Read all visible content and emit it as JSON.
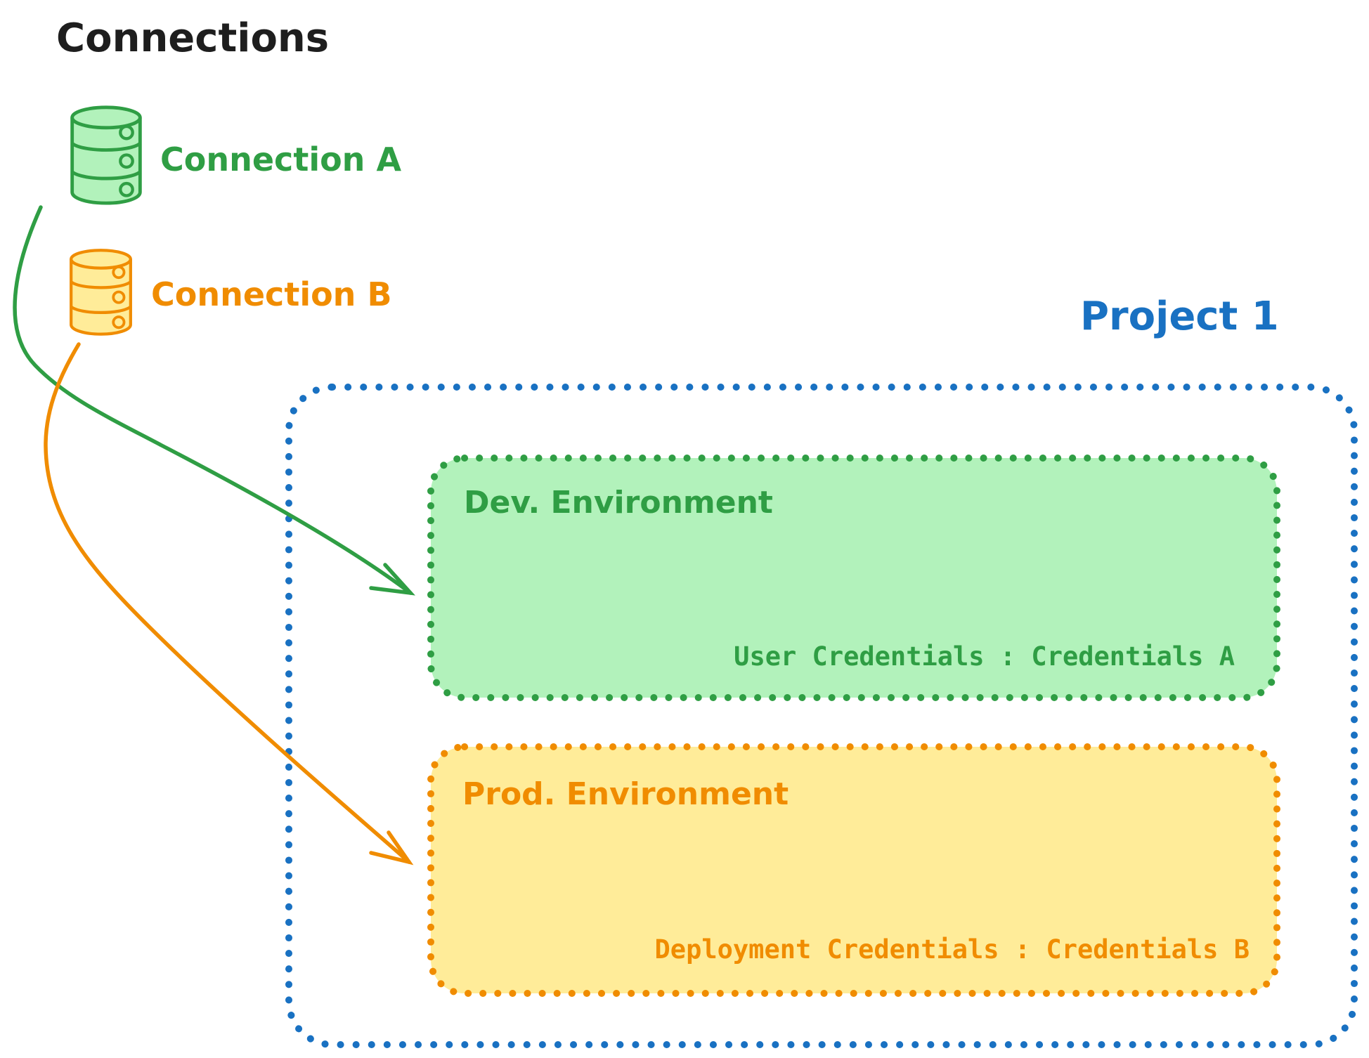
{
  "title": "Connections",
  "palette": {
    "ink": "#1e1e1e",
    "green_stroke": "#2f9e44",
    "green_fill": "#b2f2bb",
    "orange_stroke": "#f08c00",
    "orange_fill": "#ffec99",
    "blue_stroke": "#1971c2",
    "background": "#ffffff"
  },
  "connections": {
    "a": {
      "label": "Connection A",
      "icon": "database-icon",
      "color": "#2f9e44"
    },
    "b": {
      "label": "Connection B",
      "icon": "database-icon",
      "color": "#f08c00"
    }
  },
  "project": {
    "label": "Project 1",
    "color": "#1971c2",
    "environments": {
      "dev": {
        "name": "Dev. Environment",
        "credentials": "User Credentials : Credentials A",
        "color": "#2f9e44"
      },
      "prod": {
        "name": "Prod. Environment",
        "credentials": "Deployment Credentials : Credentials B",
        "color": "#f08c00"
      }
    }
  },
  "arrows": {
    "a_to_dev": {
      "from": "Connection A",
      "to": "Dev. Environment",
      "color": "#2f9e44"
    },
    "b_to_prod": {
      "from": "Connection B",
      "to": "Prod. Environment",
      "color": "#f08c00"
    }
  }
}
